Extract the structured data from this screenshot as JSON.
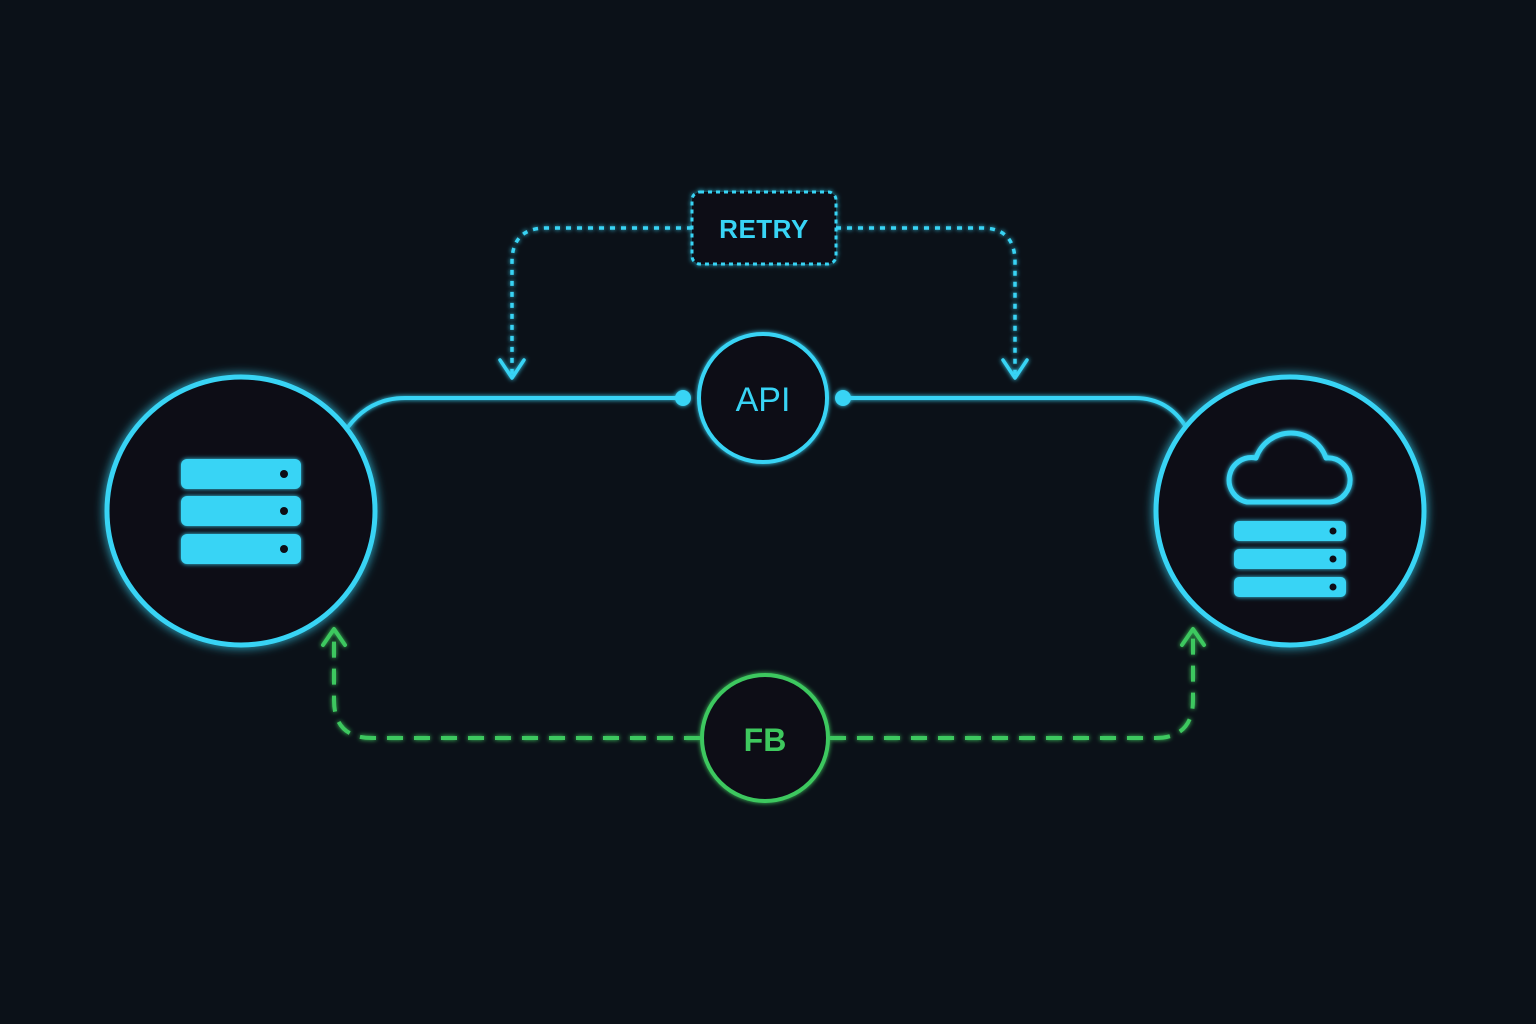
{
  "colors": {
    "background": "#0b1118",
    "primary": "#38d4f5",
    "fallback": "#3ec85e"
  },
  "nodes": {
    "source": {
      "icon": "server-rack-icon"
    },
    "target": {
      "icon": "cloud-server-icon"
    }
  },
  "labels": {
    "api": "API",
    "retry": "RETRY",
    "fallback": "FB"
  }
}
